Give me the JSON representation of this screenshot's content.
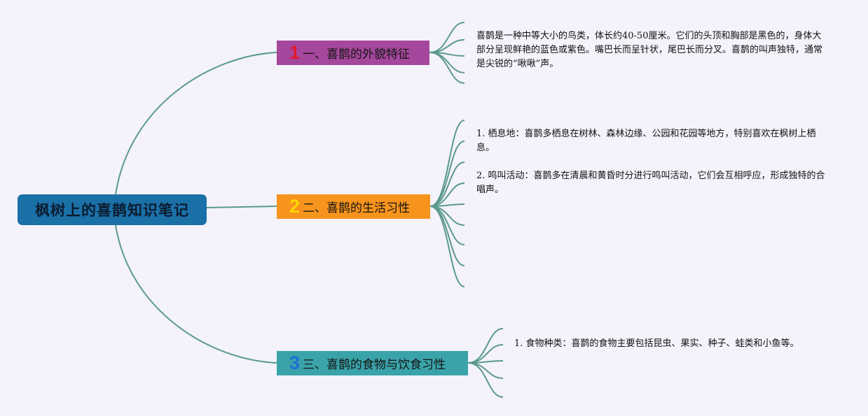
{
  "root": {
    "title": "枫树上的喜鹊知识笔记"
  },
  "branches": [
    {
      "number": "1",
      "label": "一、喜鹊的外貌特征",
      "notes": [
        "喜鹊是一种中等大小的鸟类，体长约40-50厘米。它们的头顶和胸部是黑色的，身体大部分呈现鲜艳的蓝色或紫色。嘴巴长而呈针状，尾巴长而分叉。喜鹊的叫声独特，通常是尖锐的“啾啾”声。"
      ]
    },
    {
      "number": "2",
      "label": "二、喜鹊的生活习性",
      "notes": [
        "1. 栖息地：喜鹊多栖息在树林、森林边缘、公园和花园等地方，特别喜欢在枫树上栖息。",
        "2. 鸣叫活动：喜鹊多在清晨和黄昏时分进行鸣叫活动，它们会互相呼应，形成独特的合唱声。"
      ]
    },
    {
      "number": "3",
      "label": "三、喜鹊的食物与饮食习性",
      "notes": [
        "1. 食物种类：喜鹊的食物主要包括昆虫、果实、种子、蛙类和小鱼等。"
      ]
    }
  ],
  "colors": {
    "connector": "#5a9a8c",
    "root": "#1b70a8",
    "branch1": "#a5479c",
    "branch2": "#f7941d",
    "branch3": "#3aa3a9"
  }
}
